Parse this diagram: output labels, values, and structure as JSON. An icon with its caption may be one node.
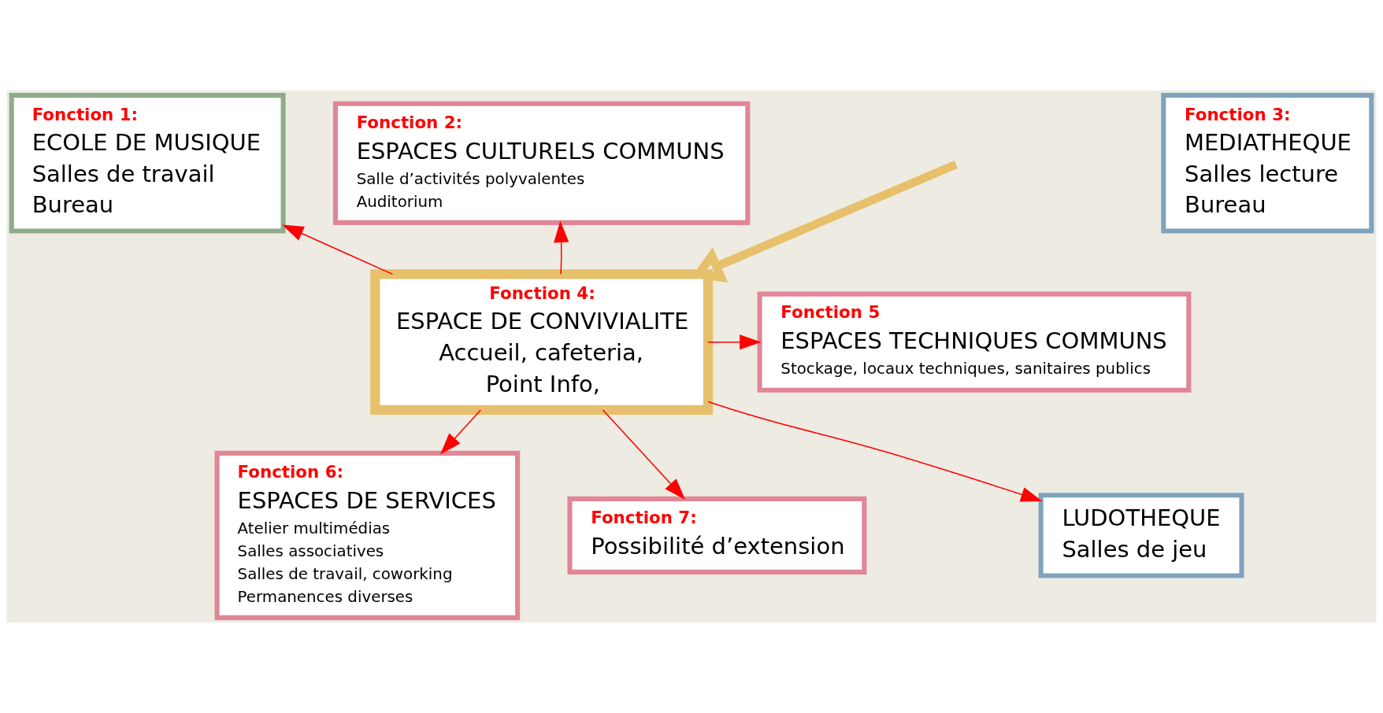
{
  "diagram": {
    "nodes": [
      {
        "text": [
          "Fonction 1:",
          "ECOLE DE MUSIQUE",
          "Salles de travail",
          "Bureau"
        ]
      },
      {
        "text": [
          "Fonction 2:",
          "ESPACES CULTURELS COMMUNS",
          "Salle d’activités polyvalentes",
          "Auditorium"
        ]
      },
      {
        "text": [
          "Fonction 3:",
          "MEDIATHEQUE",
          "Salles lecture",
          "Bureau"
        ]
      },
      {
        "text": [
          "LUDOTHEQUE",
          "Salles de jeu"
        ]
      },
      {
        "text": [
          "Fonction 4:",
          "ESPACE DE CONVIVIALITE",
          "Accueil, cafeteria,",
          "Point Info,"
        ]
      },
      {
        "text": [
          "Fonction 5",
          "ESPACES TECHNIQUES COMMUNS",
          "Stockage, locaux techniques, sanitaires publics"
        ]
      },
      {
        "text": [
          "Fonction 6:",
          "ESPACES DE SERVICES",
          "Atelier multimédias",
          "Salles associatives",
          "Salles de travail, coworking",
          "Permanences diverses"
        ]
      },
      {
        "text": [
          "Fonction 7:",
          "Possibilité d’extension"
        ]
      }
    ],
    "edges": [
      {
        "from": 4,
        "to": 0,
        "arrow": "to"
      },
      {
        "from": 4,
        "to": 1,
        "arrow": "to"
      },
      {
        "from": 4,
        "to": 3,
        "arrow": "to"
      },
      {
        "from": 4,
        "to": 5,
        "arrow": "to"
      },
      {
        "from": 4,
        "to": 6,
        "arrow": "to"
      },
      {
        "from": 4,
        "to": 7,
        "arrow": "to"
      },
      {
        "from": null,
        "to": 4,
        "arrow": "to",
        "style": "thick",
        "color": "#e6c06a"
      }
    ]
  }
}
